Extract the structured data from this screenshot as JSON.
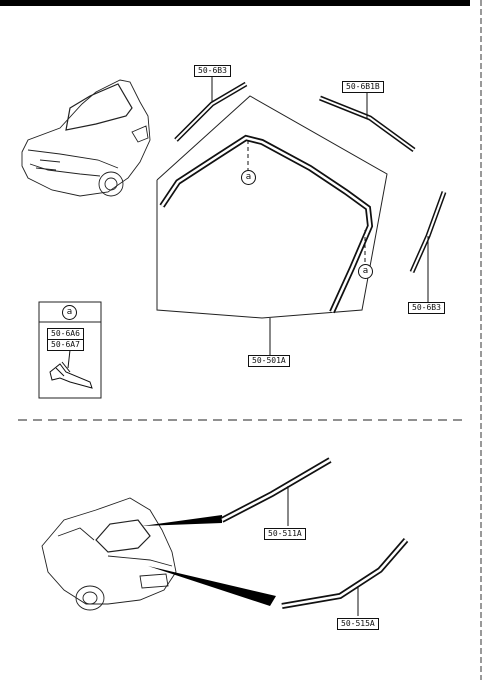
{
  "parts": {
    "p_6b3_top": "50-6B3",
    "p_6b1b": "50-6B1B",
    "p_6b3_right": "50-6B3",
    "p_501a": "50-501A",
    "p_511a": "50-511A",
    "p_515a": "50-515A"
  },
  "callout": {
    "ref": "a",
    "inset_ref": "a",
    "inset_part_1": "50-6A6",
    "inset_part_2": "50-6A7"
  }
}
